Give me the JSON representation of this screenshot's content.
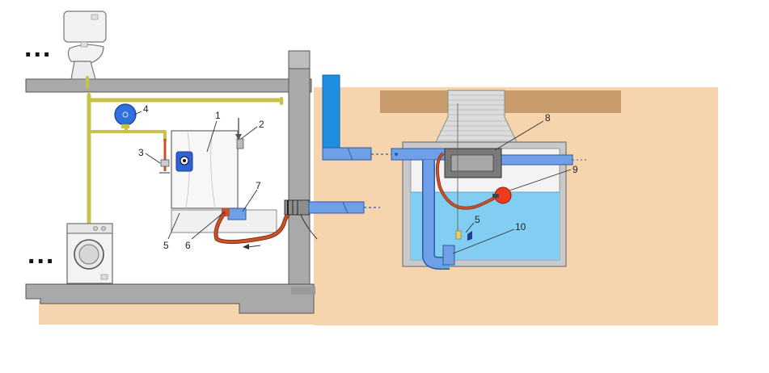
{
  "labels": {
    "l1": "1",
    "l2": "2",
    "l3": "3",
    "l4": "4",
    "l5": "5",
    "l6": "6",
    "l7": "7",
    "l8": "8",
    "l9": "9",
    "l10": "10",
    "l5b": "5"
  },
  "dots_top": "...",
  "dots_bottom": "...",
  "colors": {
    "soil": "#f6d5ae",
    "wall": "#a9a9a9",
    "topsoil": "#c79b6b",
    "water": "#82cdf2",
    "pipe_blue": "#6f9fe6",
    "pipe_yellow": "#c9c24a",
    "hose": "#c8522a",
    "float_red": "#ee3b1e"
  }
}
